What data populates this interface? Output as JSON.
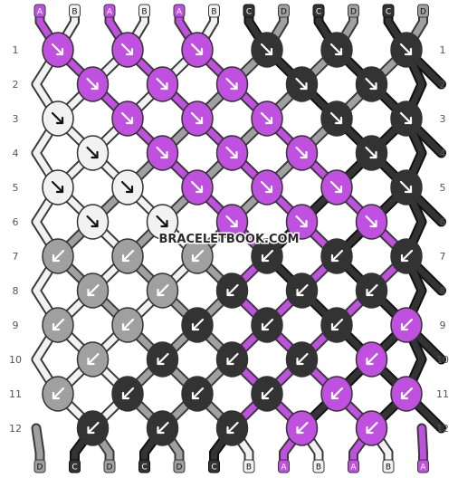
{
  "watermark": "BRACELETBOOK.COM",
  "colors": {
    "A": "#c050e0",
    "B": "#f2f2f2",
    "C": "#333333",
    "D": "#a0a0a0"
  },
  "top_labels": [
    "A",
    "B",
    "A",
    "B",
    "A",
    "B",
    "C",
    "D",
    "C",
    "D",
    "C",
    "D"
  ],
  "bottom_labels": [
    "D",
    "C",
    "D",
    "C",
    "D",
    "C",
    "B",
    "A",
    "B",
    "A",
    "B",
    "A"
  ],
  "row_numbers": [
    "1",
    "2",
    "3",
    "4",
    "5",
    "6",
    "7",
    "8",
    "9",
    "10",
    "11",
    "12"
  ],
  "knots": [
    [
      {
        "c": "A",
        "d": "r"
      },
      {
        "c": "A",
        "d": "r"
      },
      {
        "c": "A",
        "d": "r"
      },
      {
        "c": "C",
        "d": "r"
      },
      {
        "c": "C",
        "d": "r"
      },
      {
        "c": "C",
        "d": "r"
      }
    ],
    [
      {
        "c": "A",
        "d": "r"
      },
      {
        "c": "A",
        "d": "r"
      },
      {
        "c": "A",
        "d": "r"
      },
      {
        "c": "C",
        "d": "r"
      },
      {
        "c": "C",
        "d": "r"
      }
    ],
    [
      {
        "c": "B",
        "d": "r"
      },
      {
        "c": "A",
        "d": "r"
      },
      {
        "c": "A",
        "d": "r"
      },
      {
        "c": "A",
        "d": "r"
      },
      {
        "c": "C",
        "d": "r"
      },
      {
        "c": "C",
        "d": "r"
      }
    ],
    [
      {
        "c": "B",
        "d": "r"
      },
      {
        "c": "A",
        "d": "r"
      },
      {
        "c": "A",
        "d": "r"
      },
      {
        "c": "A",
        "d": "r"
      },
      {
        "c": "C",
        "d": "r"
      }
    ],
    [
      {
        "c": "B",
        "d": "r"
      },
      {
        "c": "B",
        "d": "r"
      },
      {
        "c": "A",
        "d": "r"
      },
      {
        "c": "A",
        "d": "r"
      },
      {
        "c": "A",
        "d": "r"
      },
      {
        "c": "C",
        "d": "r"
      }
    ],
    [
      {
        "c": "B",
        "d": "r"
      },
      {
        "c": "B",
        "d": "r"
      },
      {
        "c": "A",
        "d": "r"
      },
      {
        "c": "A",
        "d": "r"
      },
      {
        "c": "A",
        "d": "r"
      }
    ],
    [
      {
        "c": "D",
        "d": "l"
      },
      {
        "c": "D",
        "d": "l"
      },
      {
        "c": "D",
        "d": "l"
      },
      {
        "c": "C",
        "d": "l"
      },
      {
        "c": "C",
        "d": "l"
      },
      {
        "c": "C",
        "d": "l"
      }
    ],
    [
      {
        "c": "D",
        "d": "l"
      },
      {
        "c": "D",
        "d": "l"
      },
      {
        "c": "C",
        "d": "l"
      },
      {
        "c": "C",
        "d": "l"
      },
      {
        "c": "C",
        "d": "l"
      }
    ],
    [
      {
        "c": "D",
        "d": "l"
      },
      {
        "c": "D",
        "d": "l"
      },
      {
        "c": "C",
        "d": "l"
      },
      {
        "c": "C",
        "d": "l"
      },
      {
        "c": "C",
        "d": "l"
      },
      {
        "c": "A",
        "d": "l"
      }
    ],
    [
      {
        "c": "D",
        "d": "l"
      },
      {
        "c": "C",
        "d": "l"
      },
      {
        "c": "C",
        "d": "l"
      },
      {
        "c": "C",
        "d": "l"
      },
      {
        "c": "A",
        "d": "l"
      }
    ],
    [
      {
        "c": "D",
        "d": "l"
      },
      {
        "c": "C",
        "d": "l"
      },
      {
        "c": "C",
        "d": "l"
      },
      {
        "c": "C",
        "d": "l"
      },
      {
        "c": "A",
        "d": "l"
      },
      {
        "c": "A",
        "d": "l"
      }
    ],
    [
      {
        "c": "C",
        "d": "l"
      },
      {
        "c": "C",
        "d": "l"
      },
      {
        "c": "C",
        "d": "l"
      },
      {
        "c": "A",
        "d": "l"
      },
      {
        "c": "A",
        "d": "l"
      }
    ]
  ]
}
